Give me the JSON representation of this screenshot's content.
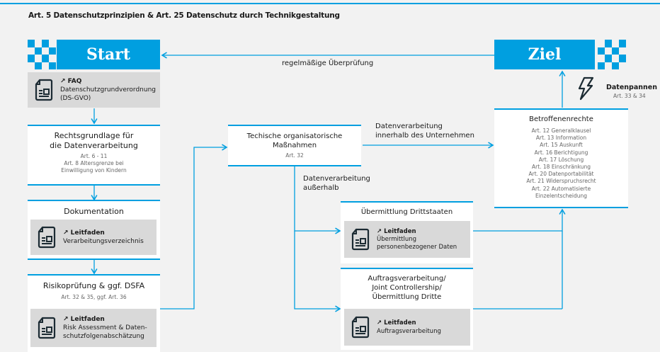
{
  "title": "Art. 5 Datenschutzprinzipien & Art. 25 Datenschutz durch Technikgestaltung",
  "colors": {
    "accent": "#009fe0",
    "background": "#f2f2f2",
    "card": "#ffffff",
    "doc_panel": "#d9d9d9",
    "icon": "#1c2b33"
  },
  "start": {
    "label": "Start"
  },
  "goal": {
    "label": "Ziel"
  },
  "loop_label": "regelmäßige Überprüfung",
  "faq_card": {
    "icon": "document-icon",
    "link": "↗ FAQ",
    "text_lines": [
      "Datenschutzgrundverordnung",
      "(DS-GVO)"
    ]
  },
  "legal_basis": {
    "title_lines": [
      "Rechtsgrundlage für",
      "die Datenverarbeitung"
    ],
    "sub_lines": [
      "Art. 6 - 11",
      "Art. 8 Altersgrenze bei",
      "Einwilligung von Kindern"
    ]
  },
  "documentation": {
    "title": "Dokumentation",
    "doc": {
      "icon": "document-icon",
      "link": "↗ Leitfaden",
      "text_lines": [
        "Verarbeitungsverzeichnis"
      ]
    }
  },
  "risk": {
    "title": "Risikoprüfung & ggf. DSFA",
    "sub": "Art. 32 & 35, ggf. Art. 36",
    "doc": {
      "icon": "document-icon",
      "link": "↗ Leitfaden",
      "text_lines": [
        "Risk Assessment & Daten-",
        "schutzfolgenabschätzung"
      ]
    }
  },
  "tom": {
    "title_lines": [
      "Techische organisatorische",
      "Maßnahmen"
    ],
    "sub": "Art. 32"
  },
  "internal_label": [
    "Datenverarbeitung",
    "innerhalb des Unternehmen"
  ],
  "external_label": [
    "Datenverarbeitung",
    "außerhalb"
  ],
  "third_country": {
    "title": "Übermittlung Drittstaaten",
    "doc": {
      "icon": "document-icon",
      "link": "↗ Leitfaden",
      "text_lines": [
        "Übermittlung",
        "personenbezogener Daten"
      ]
    }
  },
  "processing": {
    "title_lines": [
      "Auftragsverarbeitung/",
      "Joint Controllership/",
      "Übermittlung Dritte"
    ],
    "doc": {
      "icon": "document-icon",
      "link": "↗ Leitfaden",
      "text_lines": [
        "Auftragsverarbeitung"
      ]
    }
  },
  "rights": {
    "title": "Betroffenenrechte",
    "items": [
      "Art. 12 Generalklausel",
      "Art. 13 Information",
      "Art. 15 Auskunft",
      "Art. 16 Berichtigung",
      "Art. 17 Löschung",
      "Art. 18 Einschränkung",
      "Art. 20 Datenportabilität",
      "Art. 21 Widerspruchsrecht",
      "Art. 22 Automatisierte",
      "Einzelentscheidung"
    ]
  },
  "breach": {
    "icon": "lightning-icon",
    "title": "Datenpannen",
    "sub": "Art. 33 & 34"
  }
}
